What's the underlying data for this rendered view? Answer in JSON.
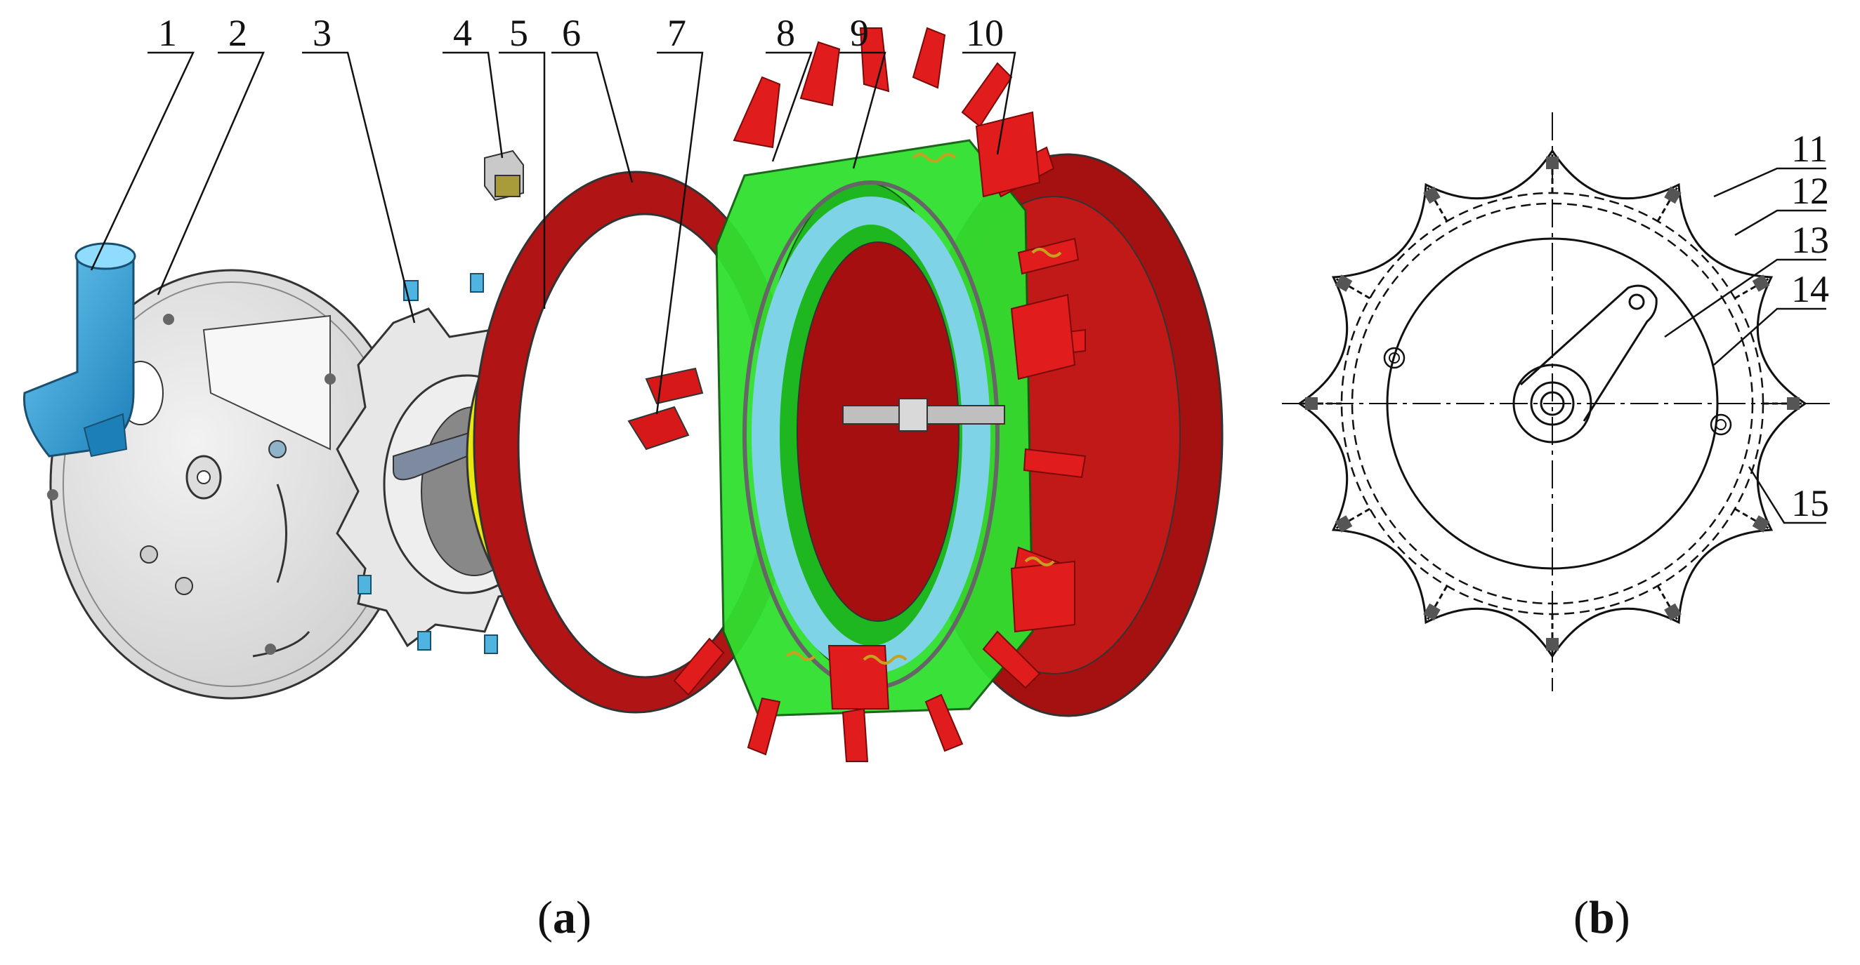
{
  "figure": {
    "callouts_a": [
      "1",
      "2",
      "3",
      "4",
      "5",
      "6",
      "7",
      "8",
      "9",
      "10"
    ],
    "callouts_b": [
      "11",
      "12",
      "13",
      "14",
      "15"
    ],
    "caption_a": {
      "open": "(",
      "letter": "a",
      "close": ")"
    },
    "caption_b": {
      "open": "(",
      "letter": "b",
      "close": ")"
    },
    "colors": {
      "blue_part": "#3aa7dd",
      "red_part": "#d61818",
      "dark_red_part": "#a31212",
      "green_part": "#2fe02f",
      "cyan_part": "#7fd3e6",
      "yellow_part": "#e8e80f",
      "grey_part": "#e4e4e4",
      "line": "#111111"
    }
  }
}
